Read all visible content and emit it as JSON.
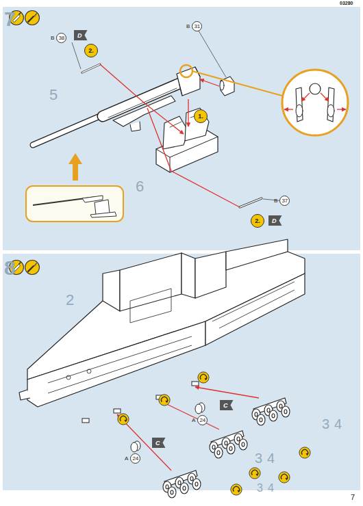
{
  "diagram": {
    "nodes": [
      {
        "text": [
          "B",
          "38"
        ]
      },
      {
        "text": [
          "D"
        ]
      },
      {
        "text": [
          "2."
        ]
      },
      {
        "text": [
          "B",
          "31"
        ]
      },
      {
        "text": [
          "1."
        ]
      },
      {
        "text": [
          "B",
          "37"
        ]
      },
      {
        "text": [
          "2."
        ]
      },
      {
        "text": [
          "D"
        ]
      },
      {
        "text": [
          "A",
          "24"
        ]
      },
      {
        "text": [
          "C"
        ]
      },
      {
        "text": [
          "A",
          "24"
        ]
      },
      {
        "text": [
          "C"
        ]
      }
    ],
    "labels": [
      "03280",
      "7",
      "5",
      "6",
      "8",
      "2",
      "3",
      "4",
      "3",
      "4",
      "3",
      "4",
      "7"
    ]
  }
}
